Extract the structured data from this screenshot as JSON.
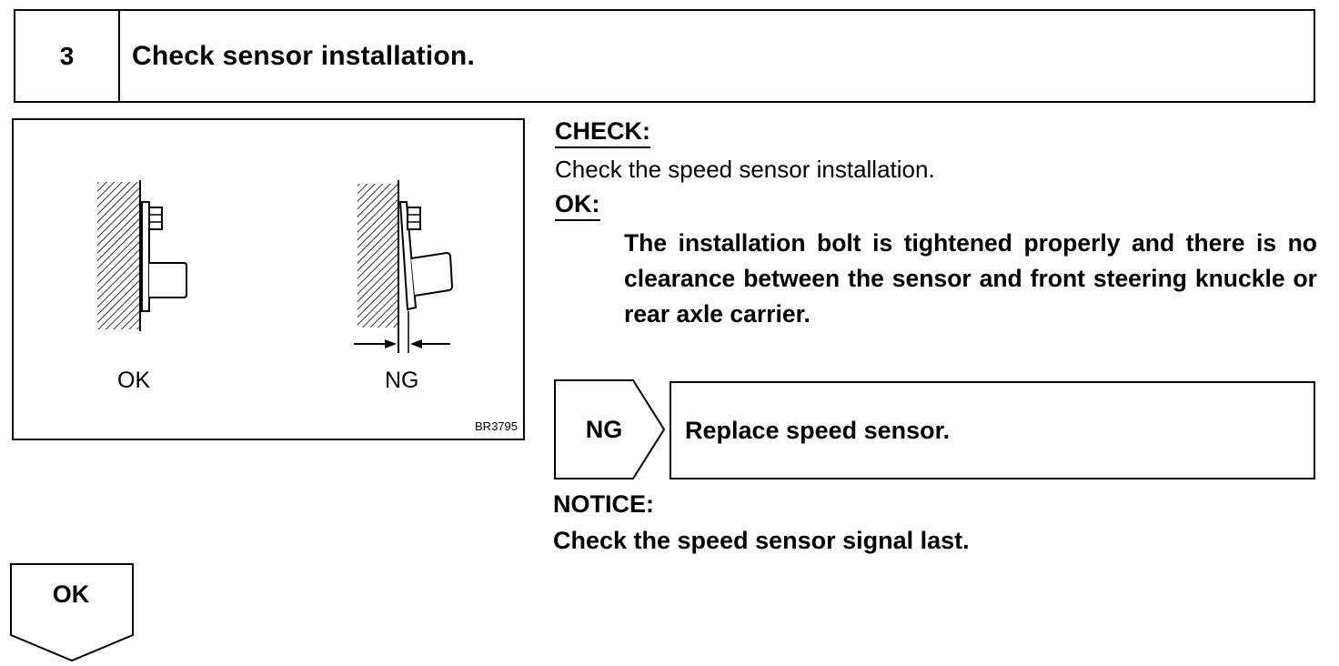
{
  "step": {
    "number": "3",
    "title": "Check sensor installation."
  },
  "figure": {
    "ok_label": "OK",
    "ng_label": "NG",
    "code": "BR3795"
  },
  "check": {
    "heading": "CHECK:",
    "text": "Check the speed sensor installation."
  },
  "ok": {
    "heading": "OK:",
    "text": "The installation bolt is tightened properly and there is no clearance between the sensor and front steering knuckle or rear axle carrier."
  },
  "ng_branch": {
    "label": "NG",
    "action": "Replace speed sensor."
  },
  "notice": {
    "heading": "NOTICE:",
    "text": "Check the speed sensor signal last."
  },
  "ok_branch": {
    "label": "OK"
  }
}
